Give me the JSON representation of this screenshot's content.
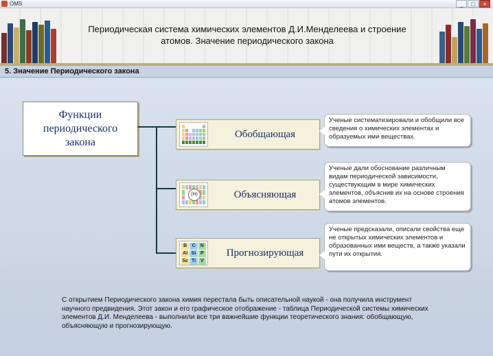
{
  "window": {
    "app_name": "OMS",
    "minimize": "_",
    "maximize": "□",
    "close": "×"
  },
  "header": {
    "title_line1": "Периодическая система химических элементов Д.И.Менделеева и строение",
    "title_line2": "атомов. Значение периодического закона"
  },
  "section": {
    "title": "5. Значение Периодического закона"
  },
  "diagram": {
    "root_line1": "Функции",
    "root_line2": "периодического",
    "root_line3": "закона",
    "nodes": [
      {
        "label": "Обобщающая",
        "callout": "Ученые систематизировали и обобщили все сведения о химических элементах и образуемых ими веществах."
      },
      {
        "label": "Объясняющая",
        "thumb_text": "(H)",
        "callout": "Ученые дали обоснование различным видам периодической зависимости, существующим в мире химических элементов, объяснив их на основе строения атомов элементов."
      },
      {
        "label": "Прогнозирующая",
        "elements": [
          "B",
          "C",
          "N",
          "Al",
          "Si",
          "P",
          "Sc",
          "Ti",
          "V"
        ],
        "callout": "Ученые предсказали, описали свойства еще не открытых химических элементов и образованных ими веществ, а также указали пути их открытия."
      }
    ]
  },
  "bottom_text": "С открытием Периодического закона химия перестала быть описательной наукой - она получила инструмент научного предвидения. Этот закон и его графическое отображение - таблица Периодической системы химических элементов Д.И. Менделеева - выполнили все три важнейшие функции теоретического знания: обобщающую, объясняющую и прогнозирующую.",
  "colors": {
    "node_text": "#1b2f66",
    "connector": "#0f3e3a",
    "content_bg": "#d4dde9"
  }
}
